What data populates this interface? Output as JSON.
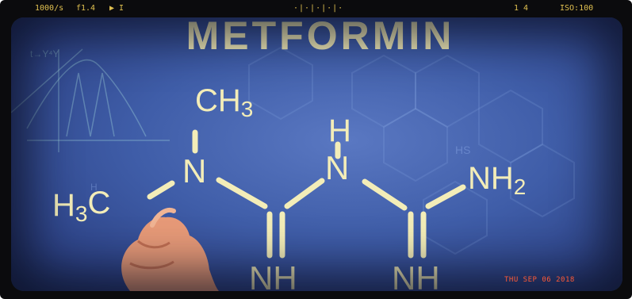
{
  "viewfinder": {
    "shutter": "1000/s",
    "aperture": "f1.4",
    "mode_glyph": "▶ I",
    "frame": "1 4",
    "iso": "ISO:100",
    "date_stamp": "THU SEP 06 2018"
  },
  "board": {
    "title": "METFORMIN",
    "formula": {
      "methyl_top": "CH3",
      "methyl_left": "H3C",
      "n_left": "N",
      "h_middle": "H",
      "n_middle": "N",
      "amine": "NH2",
      "imine_left": "NH",
      "imine_right": "NH"
    },
    "faint_notes": [
      "t→Y⁴Y",
      "HS",
      "H"
    ]
  },
  "colors": {
    "chalk": "#f3edb8",
    "board_blue": "#3f5da8",
    "hud_yellow": "#e0c050",
    "stamp_orange": "#ff5a36",
    "skin": "#e79a78"
  }
}
